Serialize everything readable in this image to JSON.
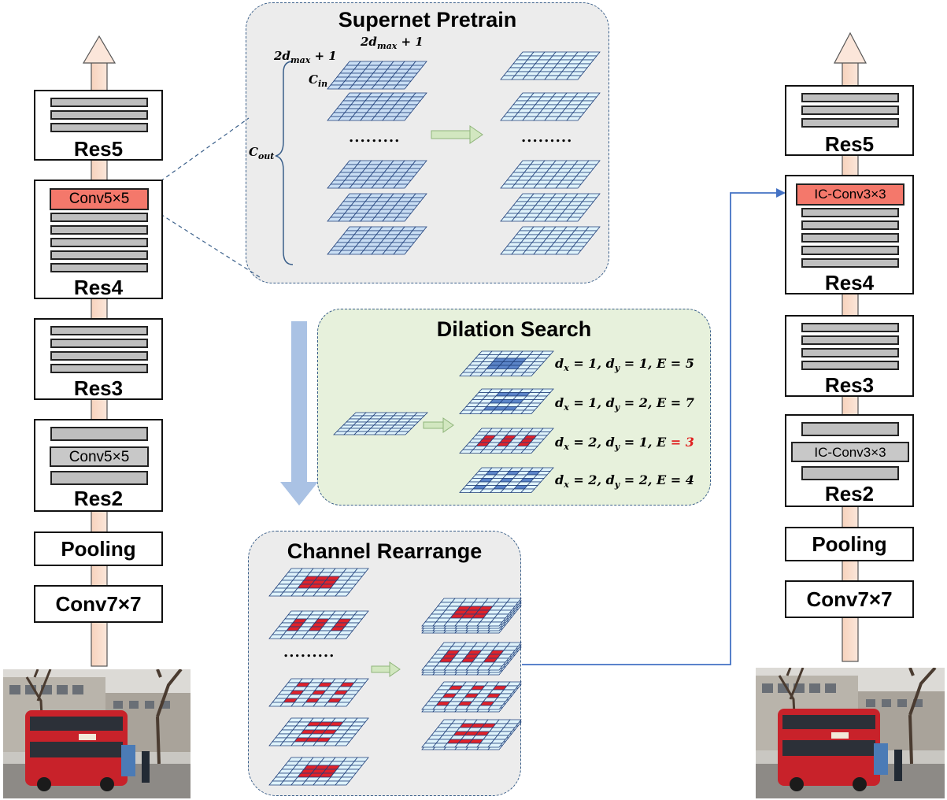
{
  "left_stack": {
    "res5": {
      "label": "Res5"
    },
    "res4": {
      "label": "Res4",
      "highlight": "Conv5×5"
    },
    "res3": {
      "label": "Res3"
    },
    "res2": {
      "label": "Res2",
      "middle": "Conv5×5"
    },
    "pooling": "Pooling",
    "stem": "Conv7×7"
  },
  "right_stack": {
    "res5": {
      "label": "Res5"
    },
    "res4": {
      "label": "Res4",
      "highlight": "IC-Conv3×3"
    },
    "res3": {
      "label": "Res3"
    },
    "res2": {
      "label": "Res2",
      "middle": "IC-Conv3×3"
    },
    "pooling": "Pooling",
    "stem": "Conv7×7"
  },
  "supernet": {
    "title": "Supernet Pretrain",
    "dim_width": "2d",
    "dim_width_sub": "max",
    "dim_width_tail": " + 1",
    "dim_depth": "2d",
    "dim_depth_sub": "max",
    "dim_depth_tail": " + 1",
    "c_in": "C",
    "c_in_sub": "in",
    "c_out": "C",
    "c_out_sub": "out",
    "ellipsis": "........."
  },
  "dilation": {
    "title": "Dilation Search",
    "options": [
      {
        "dx": "1",
        "dy": "1",
        "e": "5",
        "selected": false
      },
      {
        "dx": "1",
        "dy": "2",
        "e": "7",
        "selected": false
      },
      {
        "dx": "2",
        "dy": "1",
        "e": "3",
        "selected": true
      },
      {
        "dx": "2",
        "dy": "2",
        "e": "4",
        "selected": false
      }
    ]
  },
  "channel": {
    "title": "Channel Rearrange",
    "ellipsis": "........."
  },
  "colors": {
    "stage_highlight": "#f4786b",
    "stripe_gray": "#bfbfbf",
    "arrow_fill": "#f8dcc8",
    "grid_light": "#dff3fb",
    "grid_blue": "#5b84c8",
    "grid_red": "#e0222a",
    "green_arrow": "#d2e7c0",
    "blue_arrow": "#aac2e4",
    "connector": "#4472c4",
    "panel_gray": "#ececec",
    "panel_green": "#e7f1dc"
  },
  "icons": [
    "upward-arrow-icon",
    "rightward-arrow-icon",
    "downward-arrow-icon",
    "street-photo-icon"
  ]
}
